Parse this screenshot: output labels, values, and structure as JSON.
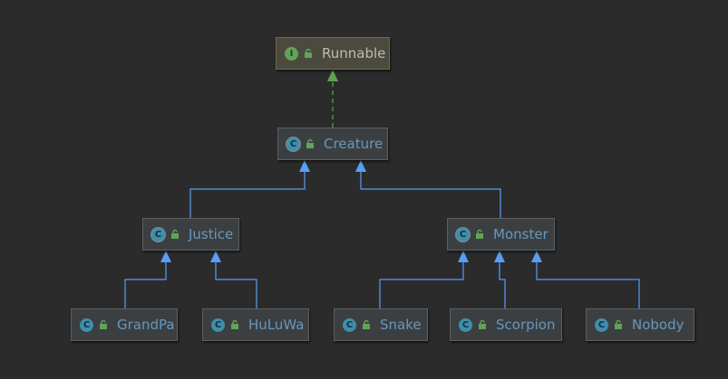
{
  "colors": {
    "background": "#2b2b2b",
    "inheritance_edge": "#589df6",
    "implements_edge": "#5fa352",
    "class_text": "#6897bb",
    "interface_text": "#bbbbbb"
  },
  "nodes": {
    "runnable": {
      "label": "Runnable",
      "kind": "interface",
      "kind_glyph": "I",
      "icon": "public-lock-icon"
    },
    "creature": {
      "label": "Creature",
      "kind": "abstract-class",
      "kind_glyph": "C",
      "icon": "public-lock-icon"
    },
    "justice": {
      "label": "Justice",
      "kind": "abstract-class",
      "kind_glyph": "C",
      "icon": "public-lock-icon"
    },
    "monster": {
      "label": "Monster",
      "kind": "abstract-class",
      "kind_glyph": "C",
      "icon": "public-lock-icon"
    },
    "grandpa": {
      "label": "GrandPa",
      "kind": "class",
      "kind_glyph": "C",
      "icon": "public-lock-icon"
    },
    "huluwa": {
      "label": "HuLuWa",
      "kind": "class",
      "kind_glyph": "C",
      "icon": "public-lock-icon"
    },
    "snake": {
      "label": "Snake",
      "kind": "class",
      "kind_glyph": "C",
      "icon": "public-lock-icon"
    },
    "scorpion": {
      "label": "Scorpion",
      "kind": "class",
      "kind_glyph": "C",
      "icon": "public-lock-icon"
    },
    "nobody": {
      "label": "Nobody",
      "kind": "class",
      "kind_glyph": "C",
      "icon": "public-lock-icon"
    }
  },
  "edges": [
    {
      "from": "creature",
      "to": "runnable",
      "type": "implements"
    },
    {
      "from": "justice",
      "to": "creature",
      "type": "extends"
    },
    {
      "from": "monster",
      "to": "creature",
      "type": "extends"
    },
    {
      "from": "grandpa",
      "to": "justice",
      "type": "extends"
    },
    {
      "from": "huluwa",
      "to": "justice",
      "type": "extends"
    },
    {
      "from": "snake",
      "to": "monster",
      "type": "extends"
    },
    {
      "from": "scorpion",
      "to": "monster",
      "type": "extends"
    },
    {
      "from": "nobody",
      "to": "monster",
      "type": "extends"
    }
  ]
}
